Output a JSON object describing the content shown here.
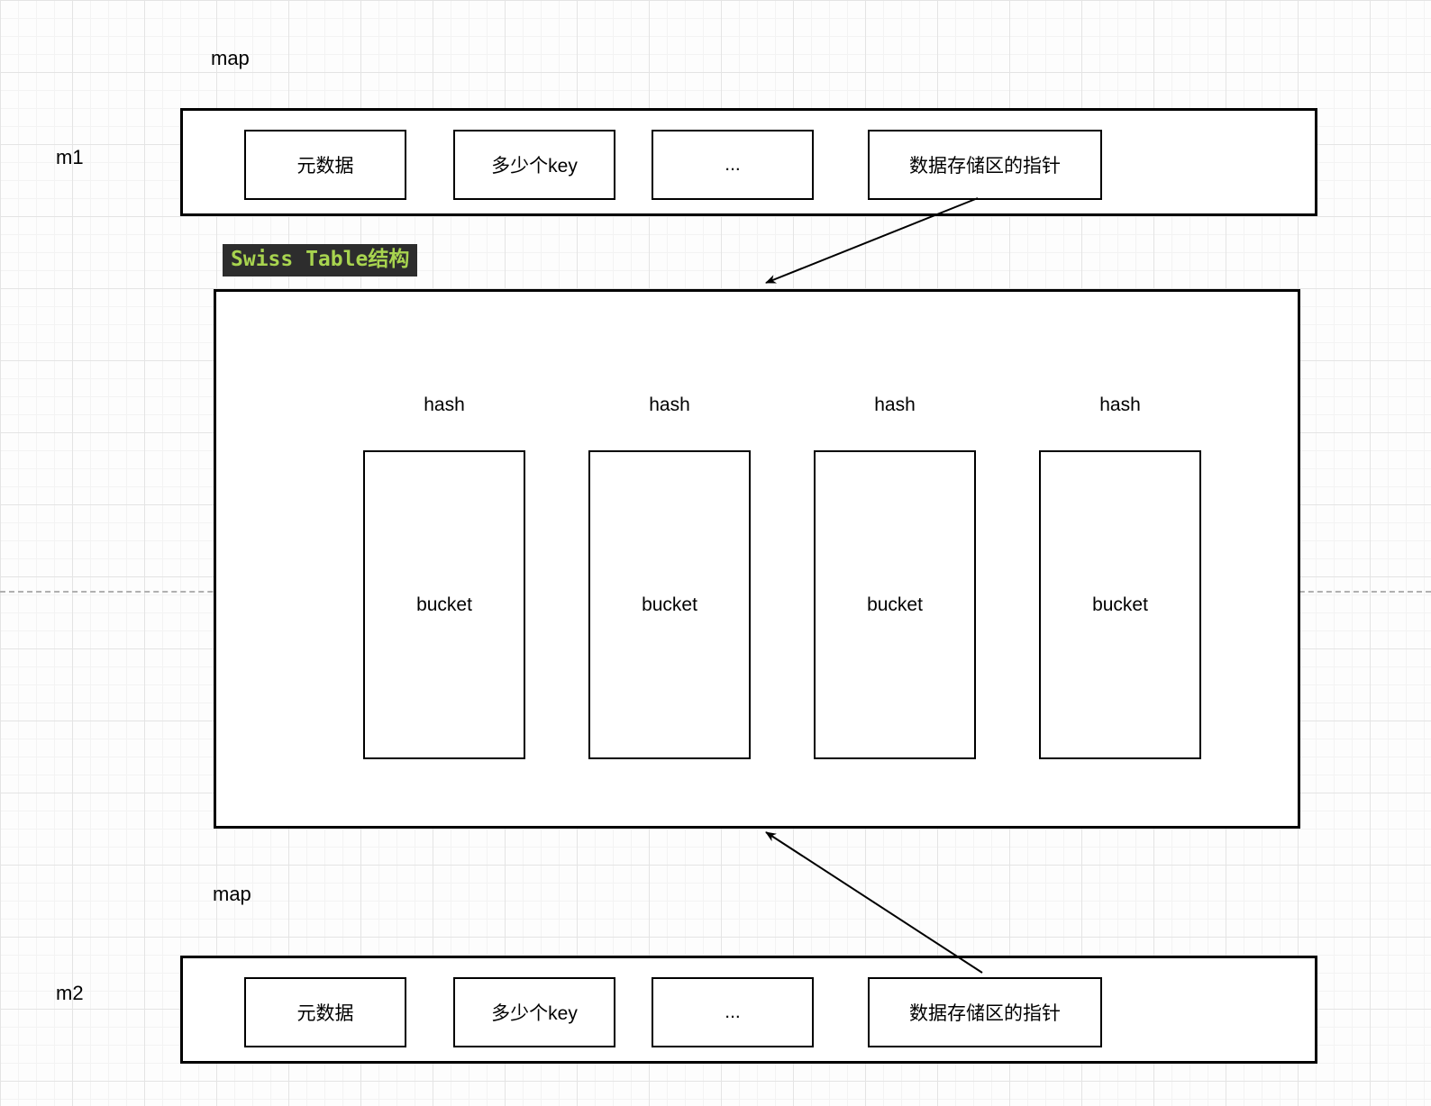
{
  "diagram": {
    "title_badge": "Swiss Table结构",
    "badge_bg": "#2d2d2d",
    "badge_fg": "#a8d44f",
    "divider_color": "#b0b0b0"
  },
  "m1": {
    "map_label": "map",
    "instance_label": "m1",
    "fields": [
      "元数据",
      "多少个key",
      "...",
      "数据存储区的指针"
    ]
  },
  "m2": {
    "map_label": "map",
    "instance_label": "m2",
    "fields": [
      "元数据",
      "多少个key",
      "...",
      "数据存储区的指针"
    ]
  },
  "swiss_table": {
    "columns": [
      {
        "hash": "hash",
        "bucket": "bucket"
      },
      {
        "hash": "hash",
        "bucket": "bucket"
      },
      {
        "hash": "hash",
        "bucket": "bucket"
      },
      {
        "hash": "hash",
        "bucket": "bucket"
      }
    ]
  }
}
